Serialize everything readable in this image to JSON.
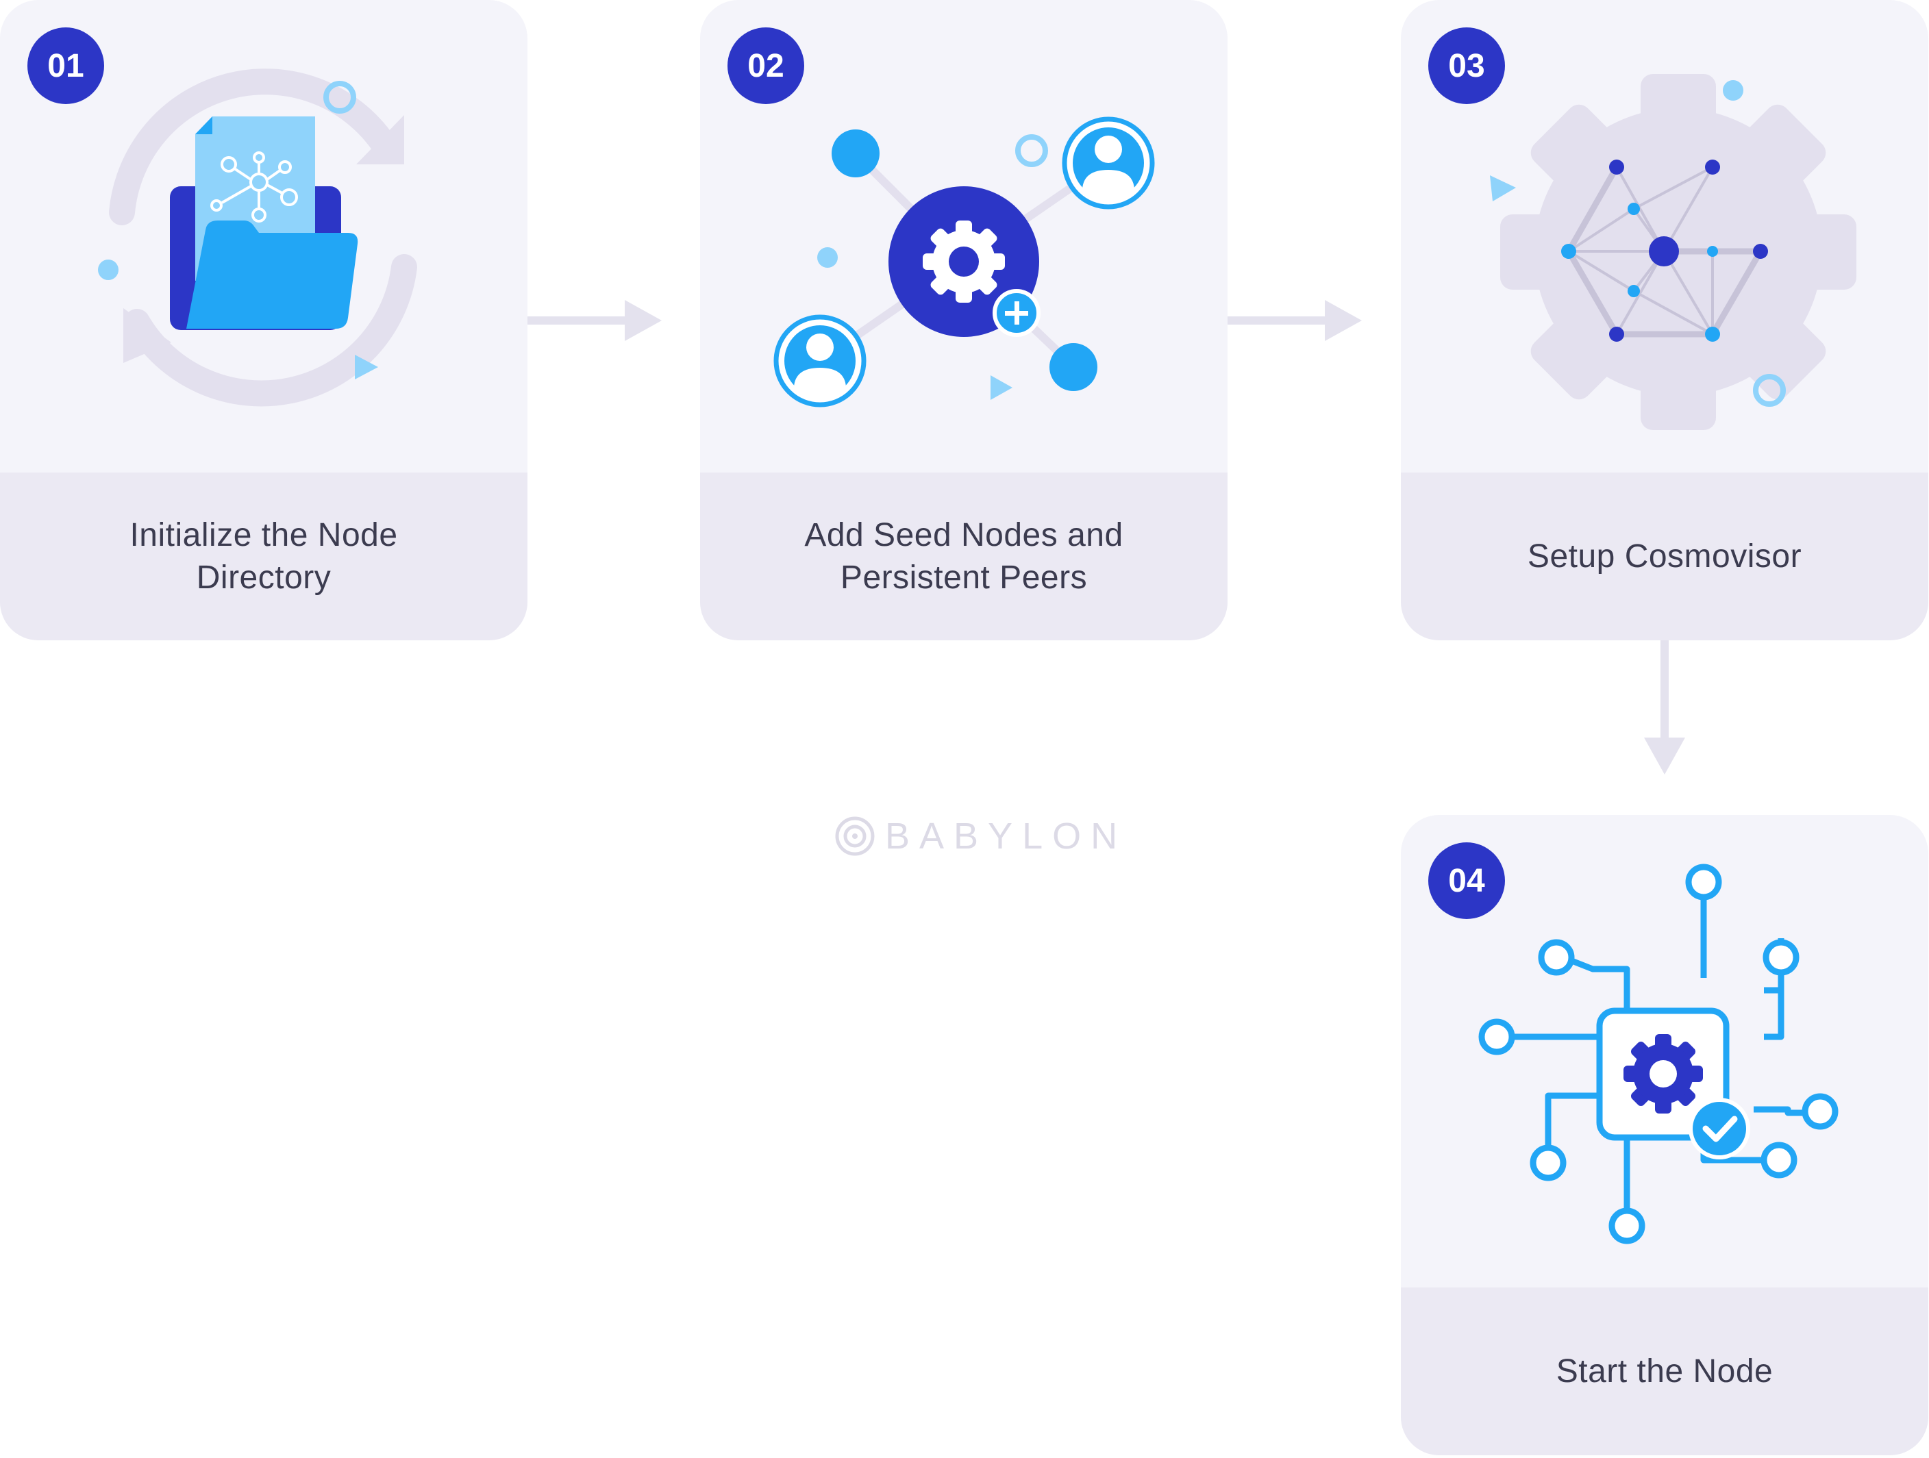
{
  "steps": [
    {
      "number": "01",
      "label": "Initialize the Node Directory",
      "icon": "folder-network-icon"
    },
    {
      "number": "02",
      "label": "Add Seed Nodes and Persistent Peers",
      "icon": "network-peers-icon"
    },
    {
      "number": "03",
      "label": "Setup Cosmovisor",
      "icon": "gear-network-icon"
    },
    {
      "number": "04",
      "label": "Start the Node",
      "icon": "circuit-chip-check-icon"
    }
  ],
  "watermark": {
    "text": "BABYLON",
    "icon": "babylon-logo-icon"
  },
  "colors": {
    "card_bg": "#f4f4fa",
    "label_bg": "#ebe9f3",
    "badge": "#2c36c6",
    "accent_blue": "#22a6f5",
    "light_blue": "#8fd3fb",
    "arrow": "#e4e2ee",
    "text": "#3b3b4f"
  }
}
